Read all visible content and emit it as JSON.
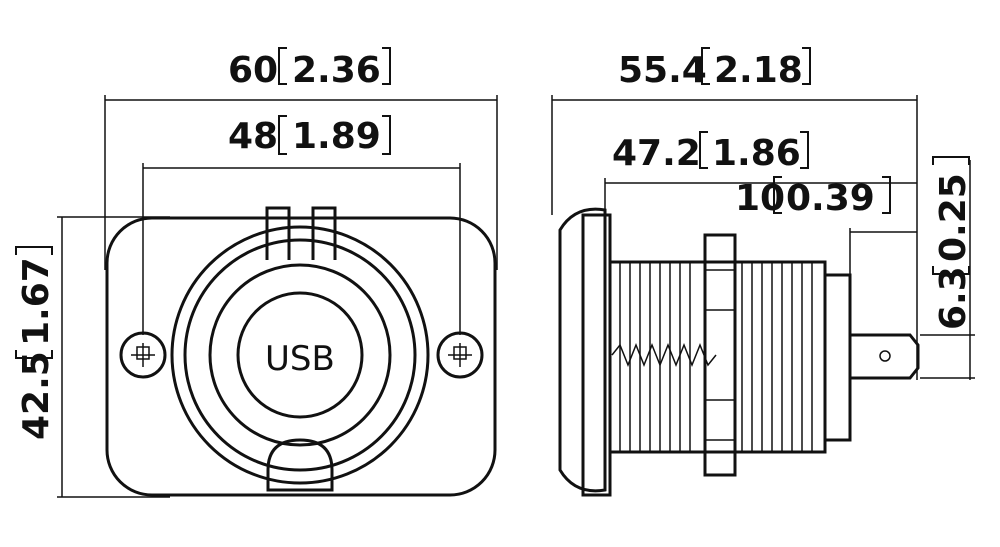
{
  "front_view": {
    "width_mm": "60",
    "width_in": "2.36",
    "hole_spacing_mm": "48",
    "hole_spacing_in": "1.89",
    "height_mm": "42.5",
    "height_in": "1.67",
    "socket_label": "USB"
  },
  "side_view": {
    "length_mm": "55.4",
    "length_in": "2.18",
    "body_length_mm": "47.2",
    "body_length_in": "1.86",
    "terminal_length_mm": "10",
    "terminal_length_in": "0.39",
    "terminal_height_mm": "6.3",
    "terminal_height_in": "0.25"
  }
}
